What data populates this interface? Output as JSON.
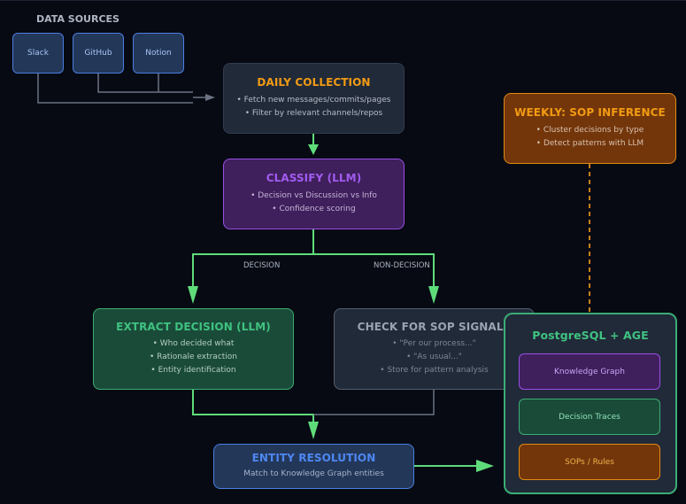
{
  "data_sources": {
    "label": "DATA SOURCES",
    "items": [
      {
        "label": "Slack"
      },
      {
        "label": "GitHub"
      },
      {
        "label": "Notion"
      }
    ]
  },
  "daily_collection": {
    "title": "DAILY COLLECTION",
    "bullets": [
      "• Fetch new messages/commits/pages",
      "• Filter by relevant channels/repos"
    ]
  },
  "classify": {
    "title": "CLASSIFY (LLM)",
    "bullets": [
      "• Decision vs Discussion vs Info",
      "• Confidence scoring"
    ]
  },
  "weekly": {
    "title": "WEEKLY: SOP INFERENCE",
    "bullets": [
      "• Cluster decisions by type",
      "• Detect patterns with LLM"
    ]
  },
  "edges": {
    "decision": "DECISION",
    "non_decision": "NON-DECISION"
  },
  "extract": {
    "title": "EXTRACT DECISION (LLM)",
    "bullets": [
      "• Who decided what",
      "• Rationale extraction",
      "• Entity identification"
    ]
  },
  "sop_signals": {
    "title": "CHECK FOR SOP SIGNALS",
    "bullets": [
      "• \"Per our process...\"",
      "• \"As usual...\"",
      "• Store for pattern analysis"
    ]
  },
  "entity": {
    "title": "ENTITY RESOLUTION",
    "subtitle": "Match to Knowledge Graph entities"
  },
  "database": {
    "title": "PostgreSQL + AGE",
    "stores": [
      {
        "label": "Knowledge Graph"
      },
      {
        "label": "Decision Traces"
      },
      {
        "label": "SOPs / Rules"
      }
    ]
  },
  "colors": {
    "background": "#070a13",
    "green_arrow": "#5fdc7a",
    "gray_connector": "#6b7282",
    "orange_dashed": "#c7801a"
  }
}
